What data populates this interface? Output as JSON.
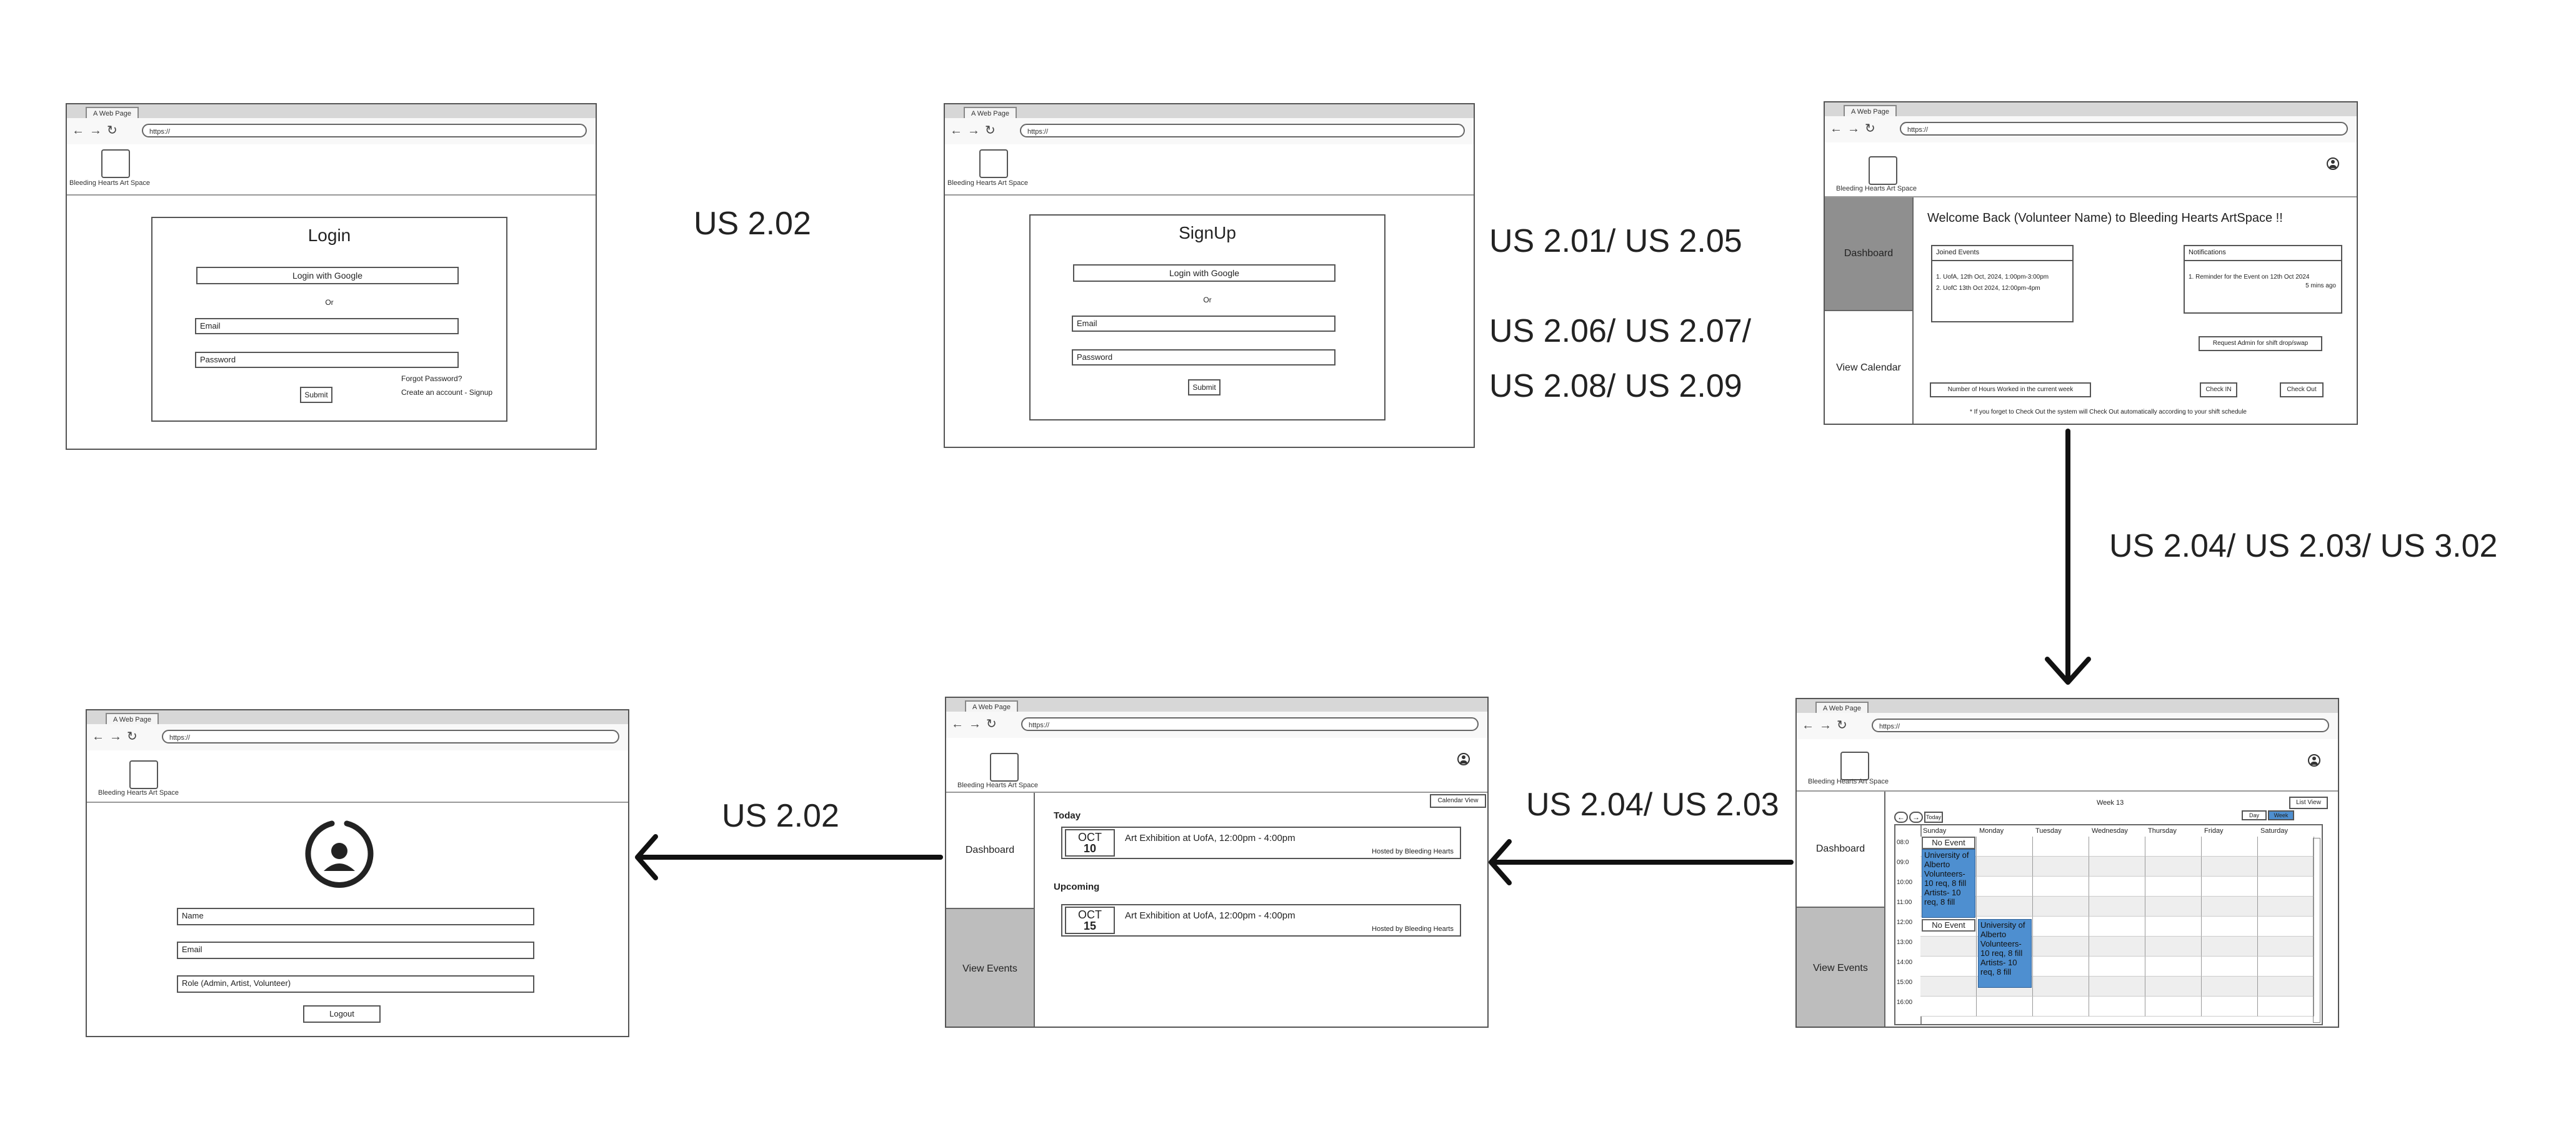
{
  "browser": {
    "tab_title": "A Web Page",
    "url": "https://"
  },
  "brand": {
    "name": "Bleeding Hearts Art Space"
  },
  "login": {
    "title": "Login",
    "google_button": "Login with Google",
    "or": "Or",
    "email_placeholder": "Email",
    "password_placeholder": "Password",
    "forgot": "Forgot Password?",
    "create": "Create an account - Signup",
    "submit": "Submit"
  },
  "signup": {
    "title": "SignUp",
    "google_button": "Login with Google",
    "or": "Or",
    "email_placeholder": "Email",
    "password_placeholder": "Password",
    "submit": "Submit"
  },
  "dashboard": {
    "nav": [
      "Dashboard",
      "View Calendar"
    ],
    "welcome": "Welcome Back (Volunteer Name) to Bleeding Hearts ArtSpace !!",
    "joined_title": "Joined Events",
    "joined_items": [
      "1. UofA, 12th Oct, 2024, 1:00pm-3:00pm",
      "2. UofC 13th Oct 2024, 12:00pm-4pm"
    ],
    "notif_title": "Notifications",
    "notif_item": "1. Reminder for the Event on 12th Oct 2024",
    "notif_time": "5 mins ago",
    "request_btn": "Request Admin for shift drop/swap",
    "hours_btn": "Number of Hours Worked in the current week",
    "check_in": "Check IN",
    "check_out": "Check Out",
    "footnote": "* If you forget to Check Out the system will Check Out automatically according to your shift schedule"
  },
  "calendar": {
    "nav": [
      "Dashboard",
      "View Events"
    ],
    "week": "Week 13",
    "today_btn": "Today",
    "day_btn": "Day",
    "week_btn": "Week",
    "list_view": "List View",
    "days": [
      "Sunday",
      "Monday",
      "Tuesday",
      "Wednesday",
      "Thursday",
      "Friday",
      "Saturday"
    ],
    "times": [
      "08:0",
      "09:0",
      "10:00",
      "11:00",
      "12:00",
      "13:00",
      "14:00",
      "15:00",
      "16:00"
    ],
    "no_event_1": "No Event",
    "no_event_2": "No Event",
    "event_sunday": "University of Alberto Volunteers- 10 req, 8 fill Artists- 10 req, 8 fill",
    "event_monday": "University of Alberto Volunteers- 10 req, 8 fill Artists- 10 req, 8 fill"
  },
  "events": {
    "nav": [
      "Dashboard",
      "View Events"
    ],
    "calendar_view": "Calendar View",
    "today_label": "Today",
    "upcoming_label": "Upcoming",
    "items": [
      {
        "month": "OCT",
        "day": "10",
        "title": "Art Exhibition at UofA, 12:00pm - 4:00pm",
        "host": "Hosted by Bleeding Hearts"
      },
      {
        "month": "OCT",
        "day": "15",
        "title": "Art Exhibition at UofA, 12:00pm - 4:00pm",
        "host": "Hosted by Bleeding Hearts"
      }
    ]
  },
  "profile": {
    "name_placeholder": "Name",
    "email_placeholder": "Email",
    "role_placeholder": "Role (Admin, Artist, Volunteer)",
    "logout": "Logout"
  },
  "labels": {
    "login": "US 2.02",
    "signup_1": "US 2.01/ US 2.05",
    "signup_2": "US 2.06/ US 2.07/",
    "signup_3": "US 2.08/ US 2.09",
    "dash_to_cal": "US 2.04/ US 2.03/ US 3.02",
    "cal_to_events": "US 2.04/ US 2.03",
    "events_to_profile": "US 2.02"
  }
}
